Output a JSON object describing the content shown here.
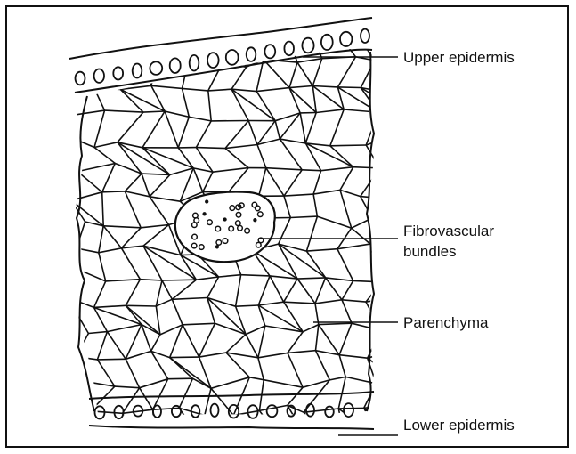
{
  "diagram": {
    "labels": {
      "upper_epidermis": "Upper epidermis",
      "fibrovascular_line1": "Fibrovascular",
      "fibrovascular_line2": "bundles",
      "parenchyma": "Parenchyma",
      "lower_epidermis": "Lower  epidermis"
    },
    "colors": {
      "ink": "#111111",
      "background": "#ffffff"
    }
  }
}
